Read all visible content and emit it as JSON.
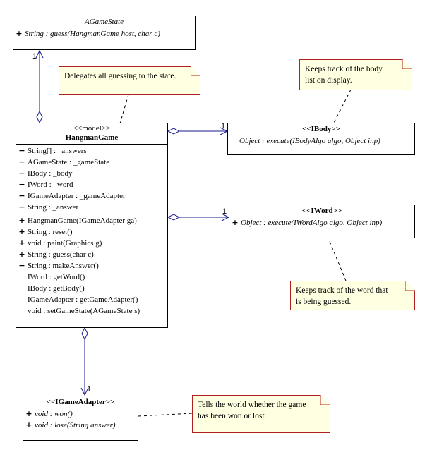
{
  "classes": {
    "agamestate": {
      "name": "AGameState",
      "methods": [
        {
          "vis": "+",
          "text": "String : guess(HangmanGame host, char c)"
        }
      ]
    },
    "hangman": {
      "stereotype": "<<model>>",
      "name": "HangmanGame",
      "attributes": [
        {
          "vis": "−",
          "text": "String[] : _answers"
        },
        {
          "vis": "−",
          "text": "AGameState : _gameState"
        },
        {
          "vis": "−",
          "text": "IBody : _body"
        },
        {
          "vis": "−",
          "text": "IWord : _word"
        },
        {
          "vis": "−",
          "text": "IGameAdapter : _gameAdapter"
        },
        {
          "vis": "−",
          "text": "String : _answer"
        }
      ],
      "methods": [
        {
          "vis": "+",
          "text": "HangmanGame(IGameAdapter ga)"
        },
        {
          "vis": "+",
          "text": "String : reset()"
        },
        {
          "vis": "+",
          "text": "void : paint(Graphics g)"
        },
        {
          "vis": "+",
          "text": "String : guess(char c)"
        },
        {
          "vis": "−",
          "text": "String : makeAnswer()"
        },
        {
          "vis": "",
          "text": "IWord : getWord()"
        },
        {
          "vis": "",
          "text": "IBody : getBody()"
        },
        {
          "vis": "",
          "text": "IGameAdapter : getGameAdapter()"
        },
        {
          "vis": "",
          "text": "void : setGameState(AGameState s)"
        }
      ]
    },
    "ibody": {
      "name": "<<IBody>>",
      "methods": [
        {
          "vis": "",
          "text": "Object : execute(IBodyAlgo algo, Object inp)"
        }
      ]
    },
    "iword": {
      "name": "<<IWord>>",
      "methods": [
        {
          "vis": "+",
          "text": "Object : execute(IWordAlgo algo, Object inp)"
        }
      ]
    },
    "igameadapter": {
      "name": "<<IGameAdapter>>",
      "methods": [
        {
          "vis": "+",
          "text": "void : won()"
        },
        {
          "vis": "+",
          "text": "void : lose(String answer)"
        }
      ]
    }
  },
  "notes": {
    "delegates": [
      "Delegates all guessing to the state."
    ],
    "body": [
      "Keeps track of the body",
      "list on display."
    ],
    "word": [
      "Keeps track of the word that",
      "is being guessed."
    ],
    "world": [
      "Tells the world whether the game",
      "has been won or lost."
    ]
  },
  "multiplicities": {
    "agamestate": "1",
    "ibody": "1",
    "iword": "1",
    "igameadapter": "1"
  },
  "colors": {
    "association": "#1a1a8c",
    "note_fill": "#ffffe1",
    "note_border": "#b02020"
  }
}
